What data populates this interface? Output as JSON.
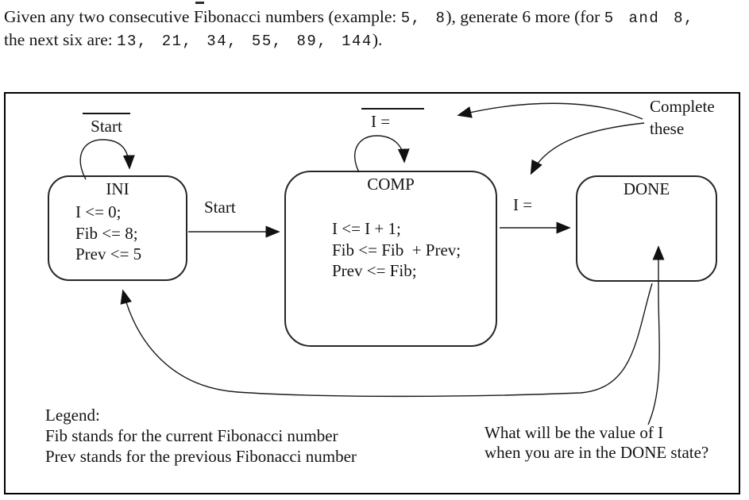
{
  "intro": {
    "line1_serif1": "Given any two consecutive Fibonacci numbers (example: ",
    "line1_mono1": "5, 8",
    "line1_serif2": "), generate 6 more (for ",
    "line1_mono2": "5 and 8,",
    "line2_serif1": "the next six are: ",
    "line2_mono1": "13, 21, 34, 55, 89, 144",
    "line2_serif2": ")."
  },
  "states": {
    "ini": {
      "title": "INI",
      "line1": "I <= 0;",
      "line2": "Fib <= 8;",
      "line3": "Prev <= 5"
    },
    "comp": {
      "title": "COMP",
      "line1": "I <= I + 1;",
      "line2": "Fib <= Fib  + Prev;",
      "line3": "Prev <= Fib;"
    },
    "done": {
      "title": "DONE"
    }
  },
  "transitions": {
    "ini_self_loop_label": "Start",
    "comp_self_loop_label": "I =",
    "ini_to_comp_label": "Start",
    "comp_to_done_label": "I ="
  },
  "annotations": {
    "complete_these_line1": "Complete",
    "complete_these_line2": "these",
    "question_line1": "What will be the value of I",
    "question_line2": "when you are in the DONE state?",
    "legend_title": "Legend:",
    "legend_fib": "Fib stands for the current Fibonacci number",
    "legend_prev": "Prev stands for the previous Fibonacci number"
  },
  "colors": {
    "ink": "#1a1a1a",
    "background": "#ffffff"
  }
}
